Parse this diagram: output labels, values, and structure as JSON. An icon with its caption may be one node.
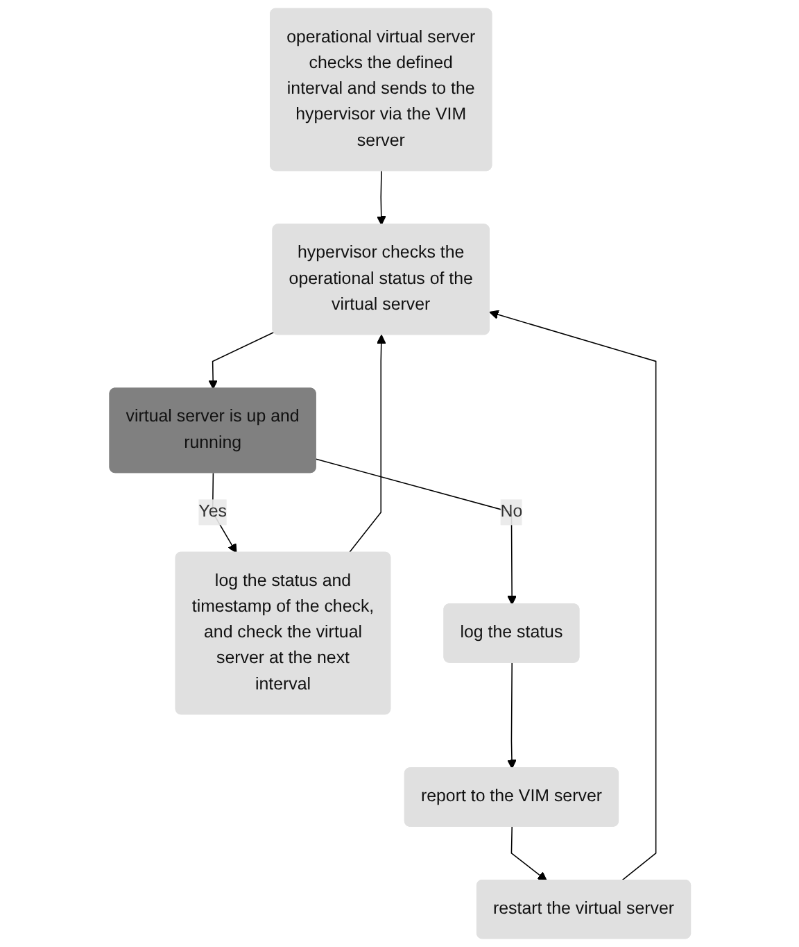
{
  "diagram": {
    "nodes": [
      {
        "text": [
          "operational virtual server checks the defined interval and sends to the hypervisor via the VIM server"
        ]
      },
      {
        "text": [
          "hypervisor checks the operational status of the virtual server"
        ]
      },
      {
        "text": [
          "virtual server is up and running"
        ]
      },
      {
        "text": [
          "log the status and timestamp of the check, and check the virtual server at the next interval"
        ]
      },
      {
        "text": [
          "log the status"
        ]
      },
      {
        "text": [
          "report to the VIM server"
        ]
      },
      {
        "text": [
          "restart the virtual server"
        ]
      }
    ],
    "edges": [
      {
        "from": 0,
        "to": 1,
        "arrow": "to"
      },
      {
        "from": 1,
        "to": 2,
        "arrow": "to"
      },
      {
        "from": 2,
        "to": 3,
        "arrow": "to",
        "label": "Yes"
      },
      {
        "from": 2,
        "to": 4,
        "arrow": "to",
        "label": "No"
      },
      {
        "from": 4,
        "to": 5,
        "arrow": "to"
      },
      {
        "from": 5,
        "to": 6,
        "arrow": "to"
      },
      {
        "from": 6,
        "to": 1,
        "arrow": "to"
      },
      {
        "from": 3,
        "to": 1,
        "arrow": "to"
      }
    ]
  }
}
